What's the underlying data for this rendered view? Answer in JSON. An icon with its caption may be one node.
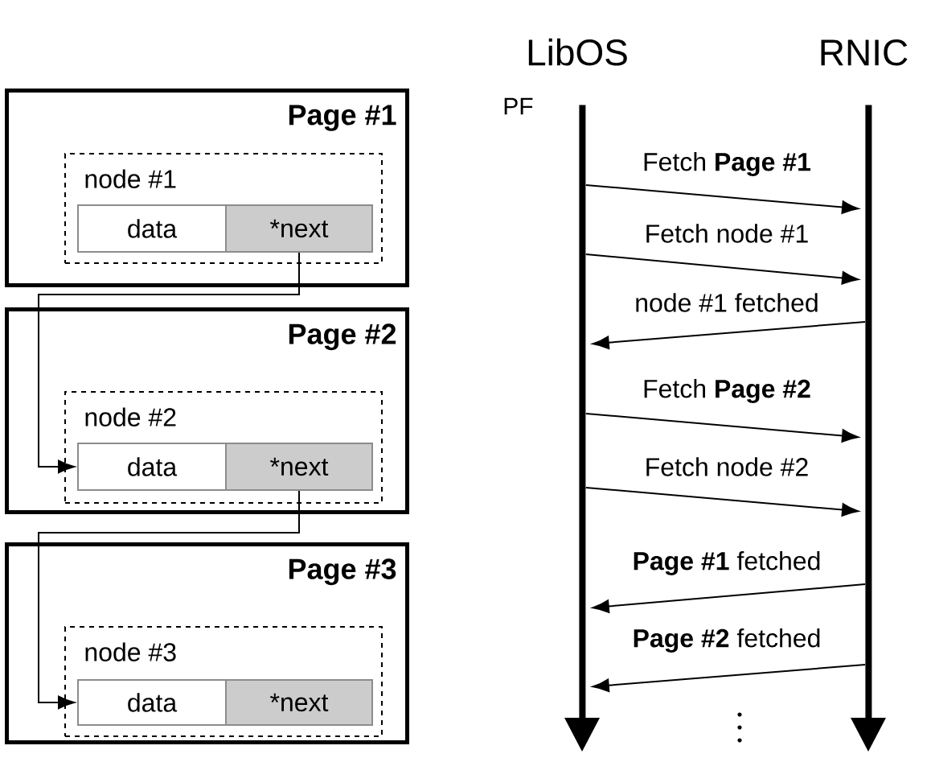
{
  "diagram": {
    "nodes": [
      {
        "text": [
          "Page #1"
        ]
      },
      {
        "text": [
          "node #1"
        ],
        "in": 0
      },
      {
        "text": [
          "data"
        ],
        "in": 1
      },
      {
        "text": [
          "*next"
        ],
        "in": 1
      },
      {
        "text": [
          "Page #2"
        ]
      },
      {
        "text": [
          "node #2"
        ],
        "in": 4
      },
      {
        "text": [
          "data"
        ],
        "in": 5
      },
      {
        "text": [
          "*next"
        ],
        "in": 5
      },
      {
        "text": [
          "Page #3"
        ]
      },
      {
        "text": [
          "node #3"
        ],
        "in": 8
      },
      {
        "text": [
          "data"
        ],
        "in": 9
      },
      {
        "text": [
          "*next"
        ],
        "in": 9
      },
      {
        "text": [
          "LibOS"
        ],
        "beside": [
          "PF"
        ]
      },
      {
        "text": [
          "RNIC"
        ]
      }
    ],
    "edges": [
      {
        "from": 3,
        "to": 6,
        "arrow": "to"
      },
      {
        "from": 7,
        "to": 10,
        "arrow": "to"
      },
      {
        "from": 12,
        "to": 13,
        "arrow": "to",
        "label": "Fetch **Page #1**"
      },
      {
        "from": 12,
        "to": 13,
        "arrow": "to",
        "label": "Fetch node #1"
      },
      {
        "from": 13,
        "to": 12,
        "arrow": "to",
        "label": "node #1 fetched"
      },
      {
        "from": 12,
        "to": 13,
        "arrow": "to",
        "label": "Fetch **Page #2**"
      },
      {
        "from": 12,
        "to": 13,
        "arrow": "to",
        "label": "Fetch node #2"
      },
      {
        "from": 13,
        "to": 12,
        "arrow": "to",
        "label": "**Page #1** fetched"
      },
      {
        "from": 13,
        "to": 12,
        "arrow": "to",
        "label": "**Page #2** fetched"
      }
    ]
  }
}
